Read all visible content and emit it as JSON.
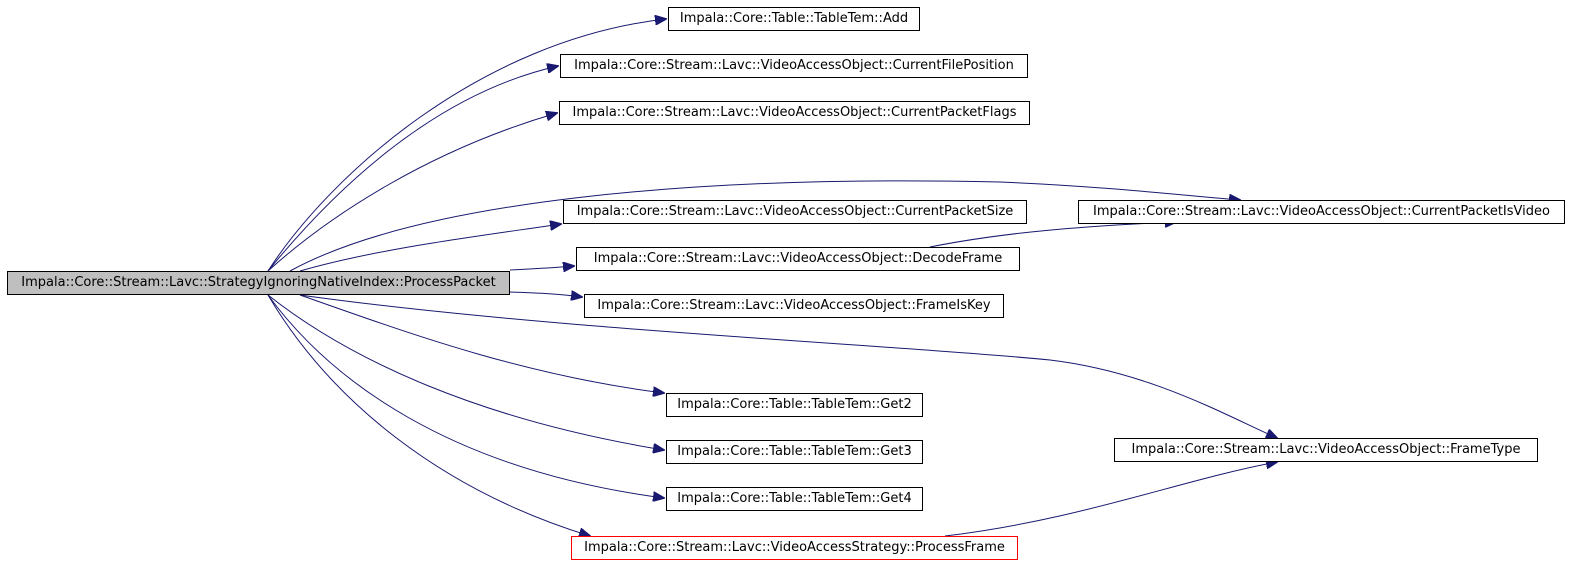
{
  "graph": {
    "edge_color": "#191970",
    "root_fill": "#bfbfbf",
    "highlight_border": "#ff0000",
    "nodes": [
      {
        "id": "root",
        "label": "Impala::Core::Stream::Lavc::StrategyIgnoringNativeIndex::ProcessPacket"
      },
      {
        "id": "add",
        "label": "Impala::Core::Table::TableTem::Add"
      },
      {
        "id": "curfilepos",
        "label": "Impala::Core::Stream::Lavc::VideoAccessObject::CurrentFilePosition"
      },
      {
        "id": "curpktflags",
        "label": "Impala::Core::Stream::Lavc::VideoAccessObject::CurrentPacketFlags"
      },
      {
        "id": "curpktsize",
        "label": "Impala::Core::Stream::Lavc::VideoAccessObject::CurrentPacketSize"
      },
      {
        "id": "curpktisvideo",
        "label": "Impala::Core::Stream::Lavc::VideoAccessObject::CurrentPacketIsVideo"
      },
      {
        "id": "decodeframe",
        "label": "Impala::Core::Stream::Lavc::VideoAccessObject::DecodeFrame"
      },
      {
        "id": "frameiskey",
        "label": "Impala::Core::Stream::Lavc::VideoAccessObject::FrameIsKey"
      },
      {
        "id": "get2",
        "label": "Impala::Core::Table::TableTem::Get2"
      },
      {
        "id": "get3",
        "label": "Impala::Core::Table::TableTem::Get3"
      },
      {
        "id": "get4",
        "label": "Impala::Core::Table::TableTem::Get4"
      },
      {
        "id": "frametype",
        "label": "Impala::Core::Stream::Lavc::VideoAccessObject::FrameType"
      },
      {
        "id": "processframe",
        "label": "Impala::Core::Stream::Lavc::VideoAccessStrategy::ProcessFrame"
      }
    ],
    "edges": [
      {
        "from": "root",
        "to": "add"
      },
      {
        "from": "root",
        "to": "curfilepos"
      },
      {
        "from": "root",
        "to": "curpktflags"
      },
      {
        "from": "root",
        "to": "curpktisvideo"
      },
      {
        "from": "root",
        "to": "curpktsize"
      },
      {
        "from": "root",
        "to": "decodeframe"
      },
      {
        "from": "root",
        "to": "frameiskey"
      },
      {
        "from": "root",
        "to": "frametype"
      },
      {
        "from": "root",
        "to": "get2"
      },
      {
        "from": "root",
        "to": "get3"
      },
      {
        "from": "root",
        "to": "get4"
      },
      {
        "from": "root",
        "to": "processframe"
      },
      {
        "from": "decodeframe",
        "to": "curpktisvideo"
      },
      {
        "from": "processframe",
        "to": "frametype"
      }
    ]
  }
}
